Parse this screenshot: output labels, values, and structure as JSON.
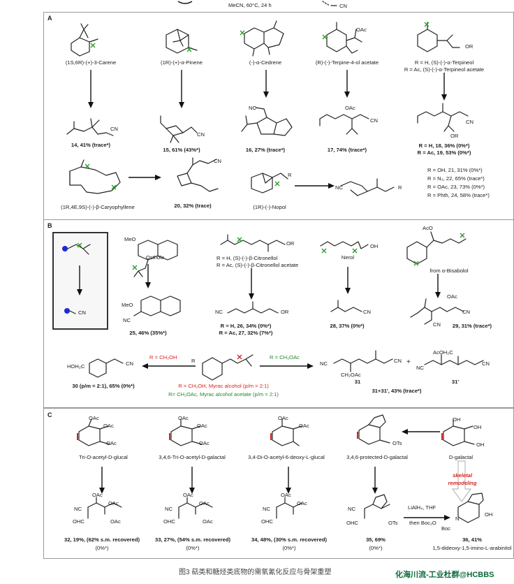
{
  "header": {
    "conditions": "MeCN, 60°C, 24 h",
    "product_frag": "CN"
  },
  "sections": {
    "a": "A",
    "b": "B",
    "c": "C"
  },
  "panelA": {
    "r1": [
      {
        "name": "(1S,6R)-(+)-3-Carene",
        "product": "14, 41% (trace*)",
        "cn": "CN"
      },
      {
        "name": "(1R)-(+)-α-Pinene",
        "product": "15, 61% (43%*)",
        "cn": "CN"
      },
      {
        "name": "(-)-α-Cedrene",
        "product": "16, 27% (trace*)",
        "cn": "NC"
      },
      {
        "name": "(R)-(-)-Terpine-4-ol acetate",
        "product": "17, 74% (trace*)",
        "cn": "CN",
        "oac": "OAc"
      },
      {
        "name": "R = H, (S)-(-)-α-Terpineol",
        "name2": "R = Ac, (S)-(-)-α-Terpineol acetate",
        "p1": "R = H, 18, 36% (0%*)",
        "p2": "R = Ac, 19, 53% (0%*)",
        "or": "OR",
        "cn": "CN"
      }
    ],
    "r2": {
      "caryo": "(1R,4E,9S)-(-)-β-Caryophyllene",
      "p20": "20, 32% (trace)",
      "nopol": "(1R)-(-)-Nopol",
      "r_label": "R",
      "nc": "NC",
      "rlist": [
        "R = OH, 21, 31% (0%*)",
        "R = N₃, 22, 65% (trace*)",
        "R = OAc, 23, 73% (0%*)",
        "R = Phth, 24, 58% (trace*)"
      ]
    }
  },
  "panelB": {
    "legend_cn": "CN",
    "ostholeName": "Osthole",
    "ostholeOMe": "MeO",
    "ostholeProd": "25, 46% (35%*)",
    "ostholeProdOMe": "MeO",
    "ostholeNC": "NC",
    "citro1": "R = H, (S)-(-)-β-Citronellol",
    "citro2": "R = Ac, (S)-(-)-β-Citronellol acetate",
    "citroOR": "OR",
    "citroP1": "R = H, 26, 34% (0%*)",
    "citroP2": "R = Ac, 27, 32% (7%*)",
    "citroNC": "NC",
    "citroOR2": "OR",
    "nerol": "Nerol",
    "nerolOH": "OH",
    "nerolProd": "28, 37% (0%*)",
    "nerolCN": "CN",
    "bisab": "from α-Bisabolol",
    "bisabOAc": "AcO",
    "bisabProd": "29, 31% (trace*)",
    "bisabOAc2": "OAc",
    "bisabCN": "CN",
    "myrac_r": "R = CH₂OH",
    "myrac_p": "30 (p/m = 2:1), 65% (0%*)",
    "myrac_hoh2c": "HOH₂C",
    "myrac_cn": "CN",
    "myrac_label1": "R = CH₂OH, Myrac alcohol (p/m = 2:1)",
    "myrac_label2": "R= CH₂OAc, Myrac alcohol acetate (p/m = 2:1)",
    "myrac_r2": "R = CH₂OAc",
    "p31": "31",
    "p31b": "31'",
    "p31y": "31+31', 43% (trace*)",
    "nc31": "NC",
    "cn31": "CN",
    "ch2oac": "CH₂OAc",
    "acoh2c": "AcOH₂C",
    "plus": "+"
  },
  "panelC": {
    "names": [
      "Tri-O-acetyl-D-glucal",
      "3,4,6-Tri-O-acetyl-D-galactal",
      "3,4-Di-O-acetyl-6-deoxy-L-glucal",
      "3,4,6-protected-D-galactal",
      "D-galactal"
    ],
    "prods": [
      "32, 19%, (62% s.m. recovered)",
      "33, 27%, (54% s.m. recovered)",
      "34, 48%, (30% s.m. recovered)",
      "35, 69%",
      "36, 41%"
    ],
    "zeros": [
      "(0%*)",
      "(0%*)",
      "(0%*)",
      "(0%*)"
    ],
    "p36name": "1,5-dideoxy-1,5-imino-L-arabinitol",
    "skeletal": "skeletal",
    "remodeling": "remodeling",
    "lialh4": "LiAlH₄, THF",
    "boc": "then Boc₂O",
    "oac": "OAc",
    "ohc": "OHC",
    "nc": "NC",
    "ots": "OTs",
    "oh": "OH",
    "bocN": "N",
    "bocLabel": "Boc"
  },
  "caption": {
    "figure": "图3 萜类和糖烃类底物的需氧氰化反应与骨架重塑",
    "watermark": "化海川流-工业杜群@HCBBS"
  }
}
